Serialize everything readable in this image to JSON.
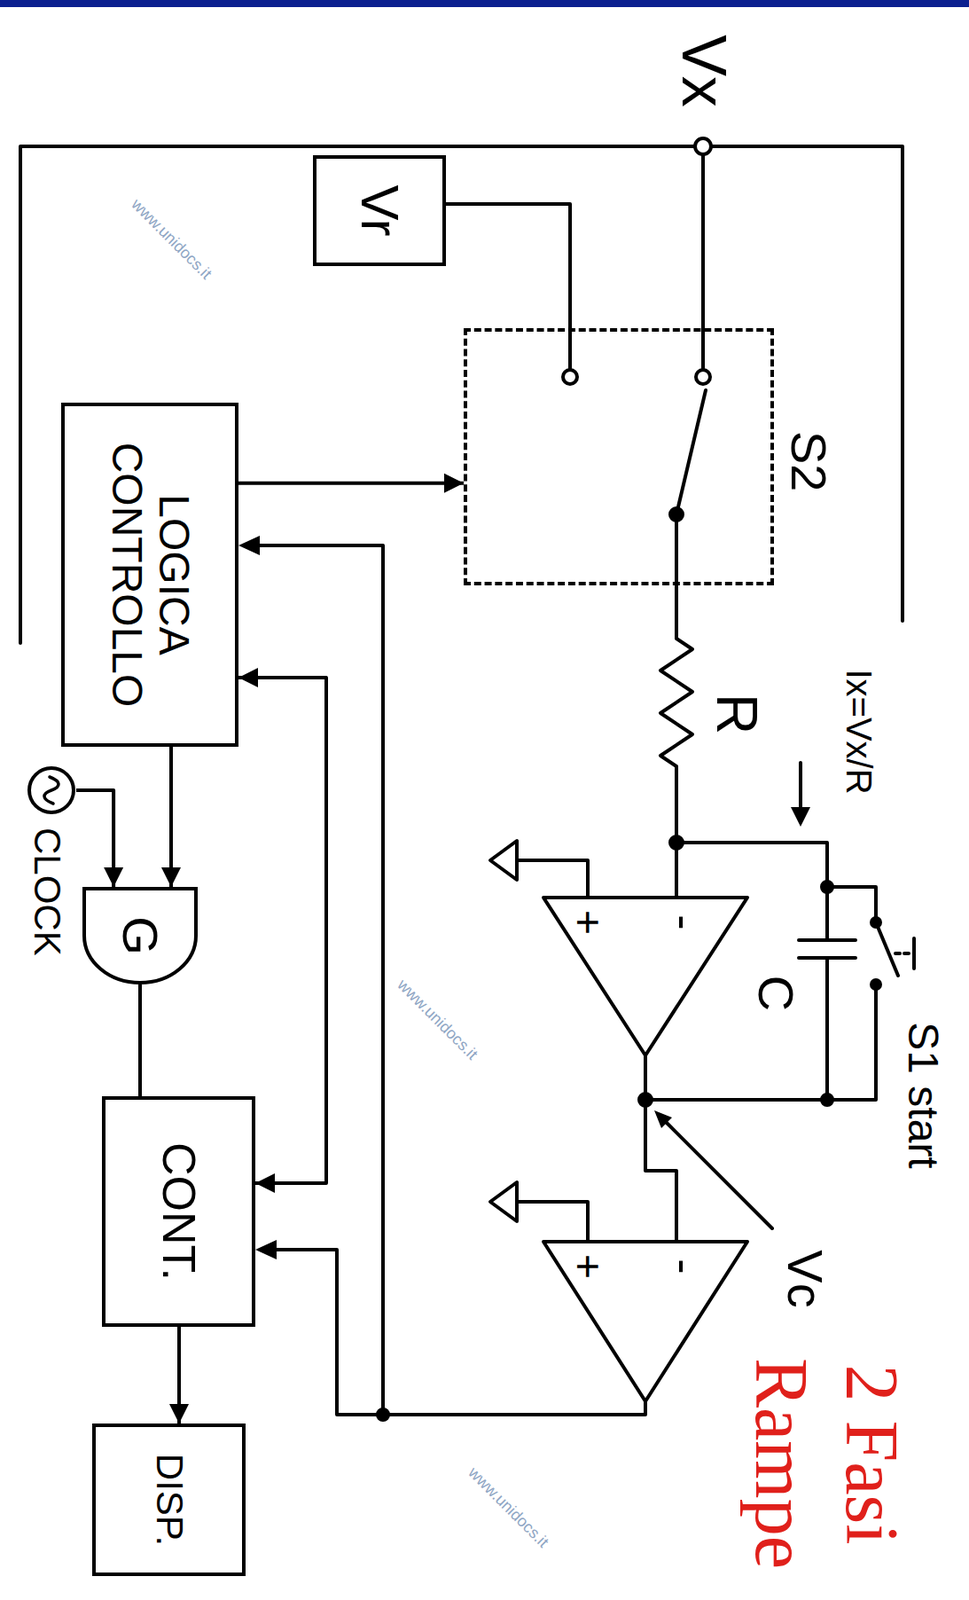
{
  "diagram": {
    "nodes": [
      {
        "text": [
          "S2"
        ]
      },
      {
        "text": [
          "Vr"
        ]
      },
      {
        "text": [
          "LOGICA CONTROLLO"
        ]
      },
      {
        "text": [
          "CLOCK"
        ]
      },
      {
        "text": [
          "G"
        ]
      },
      {
        "text": [
          "CONT."
        ]
      },
      {
        "text": [
          "DISP."
        ]
      }
    ],
    "edges": [
      {
        "from": 1,
        "to": 0,
        "arrow": "none"
      },
      {
        "from": 2,
        "to": 0,
        "arrow": "to"
      },
      {
        "from": 2,
        "to": 4,
        "arrow": "to"
      },
      {
        "from": 3,
        "to": 4,
        "arrow": "to"
      },
      {
        "from": 4,
        "to": 5,
        "arrow": "none"
      },
      {
        "from": 5,
        "to": 6,
        "arrow": "to"
      },
      {
        "from": 5,
        "to": 2,
        "arrow": "both"
      }
    ],
    "labels": [
      "Vx",
      "R",
      "Ix=Vx/R",
      "C",
      "S1 start",
      "Vc",
      "-",
      "+",
      "-",
      "+",
      "2 Fasi",
      "Rampe",
      "www.unidocs.it",
      "www.unidocs.it",
      "www.unidocs.it"
    ]
  }
}
